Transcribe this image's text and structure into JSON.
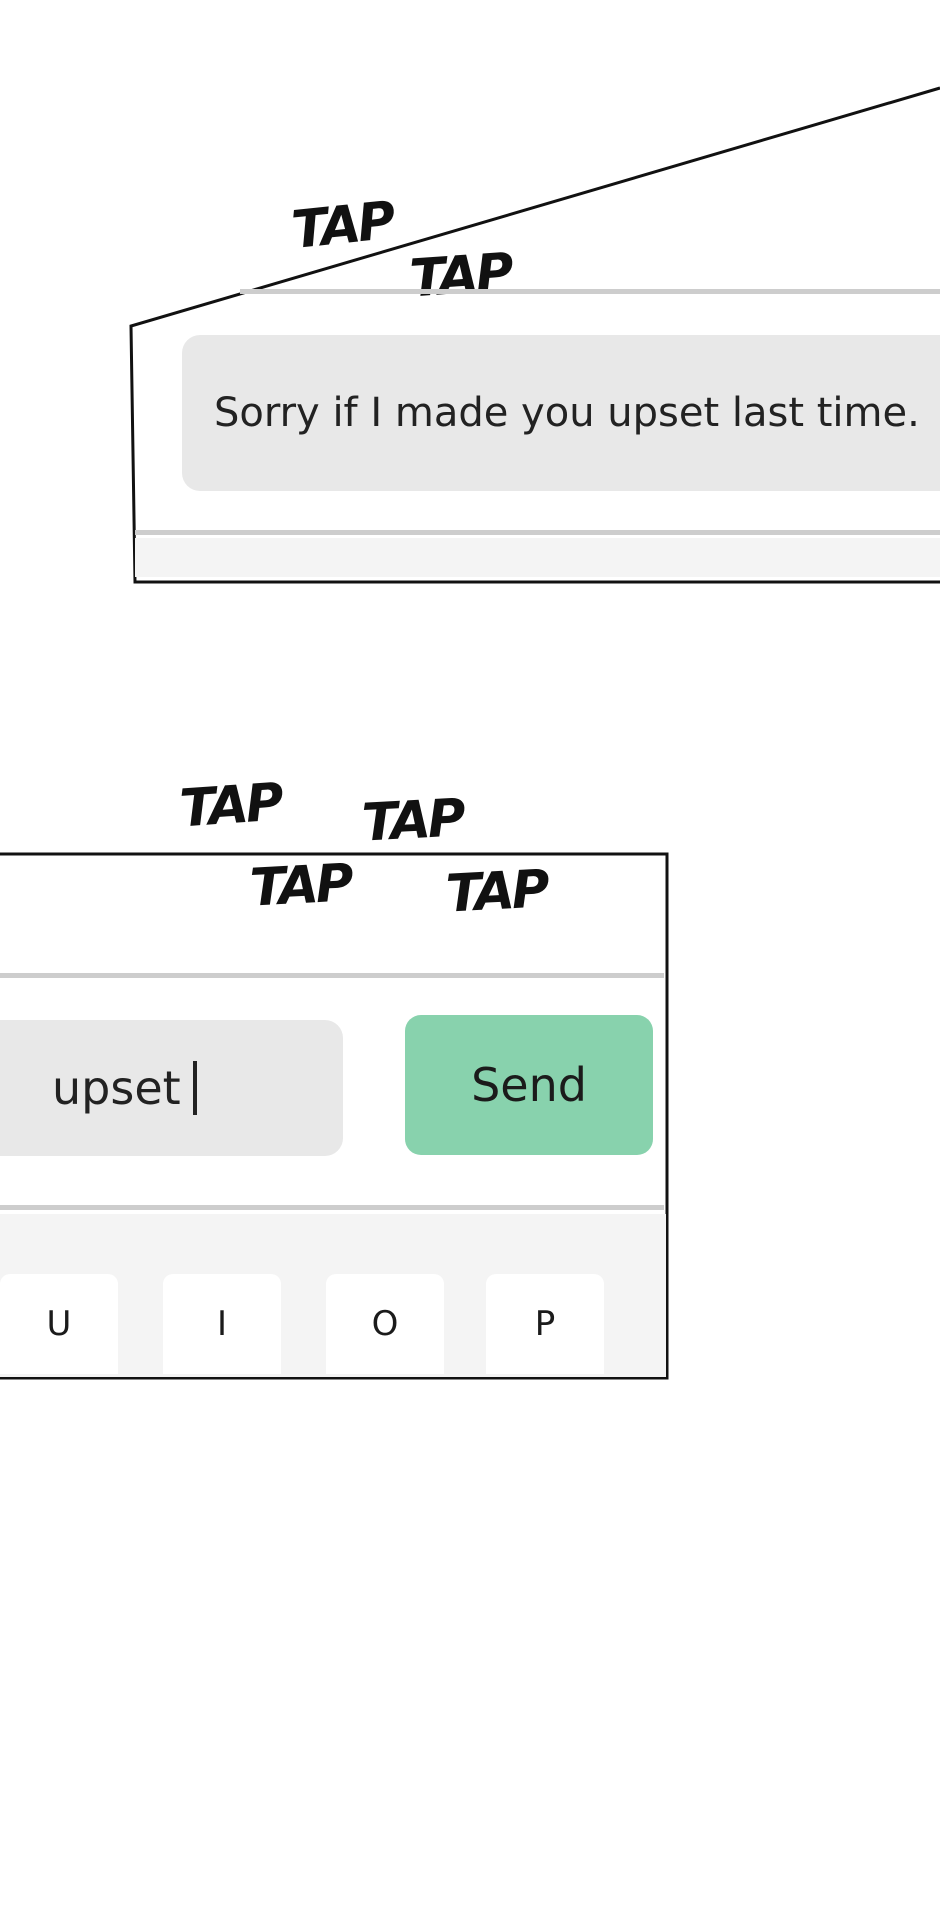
{
  "sound_effects": {
    "top_1": "TAP",
    "top_2": "TAP",
    "bottom_1": "TAP",
    "bottom_2": "TAP",
    "bottom_3": "TAP",
    "bottom_4": "TAP"
  },
  "message_panel": {
    "message_text": "Sorry if I made you upset last time."
  },
  "compose_panel": {
    "input_value": "upset",
    "send_label": "Send",
    "keyboard_keys": [
      "U",
      "I",
      "O",
      "P"
    ]
  },
  "colors": {
    "send_button": "#88d2ad",
    "bubble_gray": "#e8e8e8",
    "divider_gray": "#cdcdcd",
    "keyboard_bg": "#f4f4f4"
  }
}
